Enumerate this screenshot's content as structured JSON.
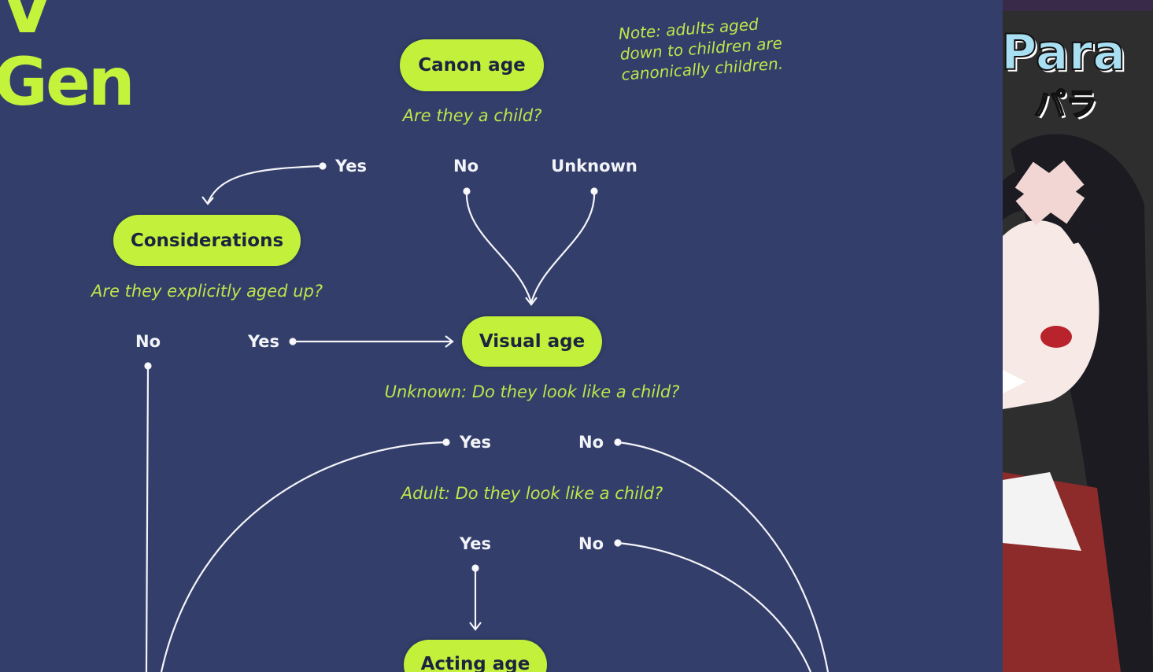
{
  "slide": {
    "title_partial": [
      "V",
      "Gen"
    ],
    "note": [
      "Note: adults aged",
      "down to children are",
      "canonically children."
    ],
    "nodes": {
      "canon_age": {
        "label": "Canon age",
        "question": "Are they a child?",
        "options": [
          "Yes",
          "No",
          "Unknown"
        ]
      },
      "considerations": {
        "label": "Considerations",
        "question": "Are they explicitly aged up?",
        "options": [
          "No",
          "Yes"
        ]
      },
      "visual_age": {
        "label": "Visual age",
        "question_unknown": "Unknown: Do they look like a child?",
        "options_unknown": [
          "Yes",
          "No"
        ],
        "question_adult": "Adult: Do they look like a child?",
        "options_adult": [
          "Yes",
          "No"
        ]
      },
      "acting_age": {
        "label": "Acting age"
      }
    },
    "colors": {
      "background": "#333e6b",
      "accent": "#c3f13b",
      "text": "#f2f4f8"
    }
  },
  "stream": {
    "logo_text": "Para",
    "logo_sub": "パラ"
  }
}
